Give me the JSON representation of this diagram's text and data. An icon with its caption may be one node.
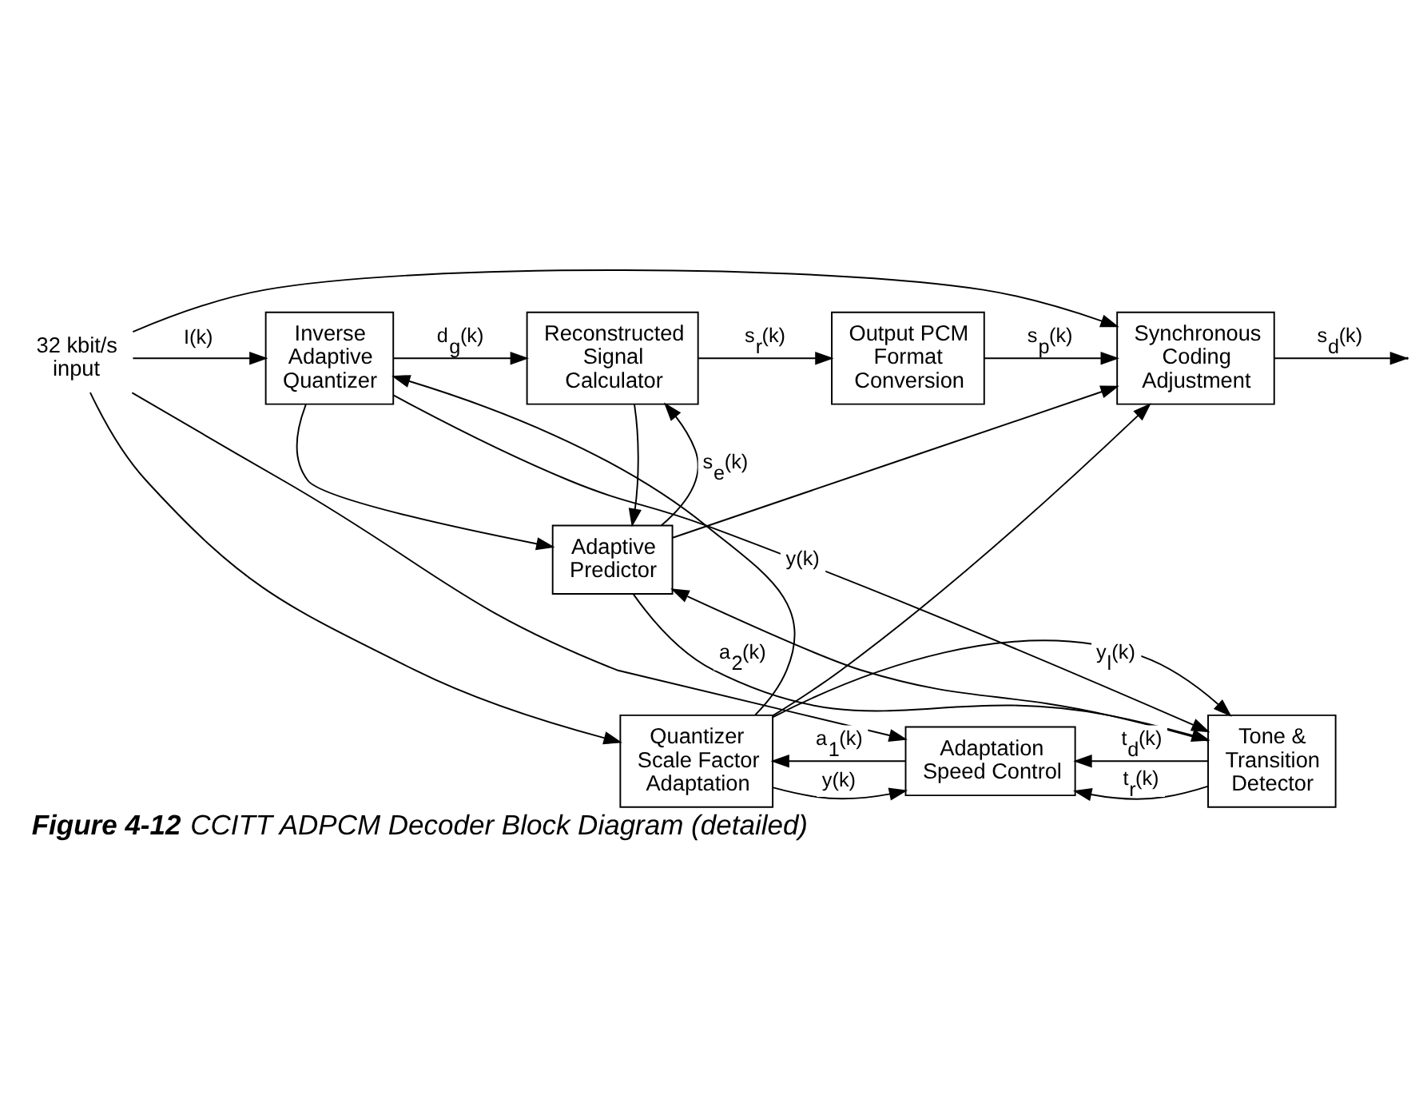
{
  "diagram": {
    "caption": "**Figure 4-12** CCITT ADPCM Decoder Block Diagram (detailed)",
    "nodes": [
      {
        "text": [
          "32 kbit/s input"
        ]
      },
      {
        "text": [
          "Inverse Adaptive Quantizer"
        ]
      },
      {
        "text": [
          "Reconstructed Signal Calculator"
        ]
      },
      {
        "text": [
          "Output PCM Format Conversion"
        ]
      },
      {
        "text": [
          "Synchronous Coding Adjustment"
        ]
      },
      {
        "text": [
          "Adaptive Predictor"
        ]
      },
      {
        "text": [
          "Quantizer Scale Factor Adaptation"
        ]
      },
      {
        "text": [
          "Adaptation Speed Control"
        ]
      },
      {
        "text": [
          "Tone & Transition Detector"
        ]
      }
    ],
    "edges": [
      {
        "from": 0,
        "to": 1,
        "arrow": "to",
        "label": "I(k)"
      },
      {
        "from": 0,
        "to": 4,
        "arrow": "to"
      },
      {
        "from": 0,
        "to": 6,
        "arrow": "to"
      },
      {
        "from": 0,
        "to": 7,
        "arrow": "to"
      },
      {
        "from": 1,
        "to": 2,
        "arrow": "to",
        "label": "d$_{g}$(k)"
      },
      {
        "from": 1,
        "to": 5,
        "arrow": "to"
      },
      {
        "from": 1,
        "to": 8,
        "arrow": "to"
      },
      {
        "from": 2,
        "to": 3,
        "arrow": "to",
        "label": "s$_{r}$(k)"
      },
      {
        "from": 2,
        "to": 5,
        "arrow": "to"
      },
      {
        "from": 3,
        "to": 4,
        "arrow": "to",
        "label": "s$_{p}$(k)"
      },
      {
        "from": 4,
        "to": null,
        "arrow": "to",
        "label": "s$_{d}$(k)"
      },
      {
        "from": 5,
        "to": 2,
        "arrow": "to",
        "label": "s$_{e}$(k)"
      },
      {
        "from": 5,
        "to": 4,
        "arrow": "to"
      },
      {
        "from": 6,
        "to": 1,
        "arrow": "to",
        "label": "y(k)"
      },
      {
        "from": 6,
        "to": 4,
        "arrow": "to"
      },
      {
        "from": 5,
        "to": 8,
        "arrow": "to",
        "label": "a$_{2}$(k)"
      },
      {
        "from": 8,
        "to": 7,
        "arrow": "to",
        "label": "t$_{r}$(k)"
      },
      {
        "from": 8,
        "to": 5,
        "arrow": "to"
      },
      {
        "from": 7,
        "to": 6,
        "arrow": "to",
        "label": "a$_{1}$(k)"
      },
      {
        "from": 6,
        "to": 7,
        "arrow": "to",
        "label": "y(k)"
      },
      {
        "from": 8,
        "to": 7,
        "arrow": "to",
        "label": "t$_{d}$(k)"
      },
      {
        "from": 6,
        "to": 8,
        "arrow": "to",
        "label": "y$_{l}$(k)"
      }
    ]
  }
}
